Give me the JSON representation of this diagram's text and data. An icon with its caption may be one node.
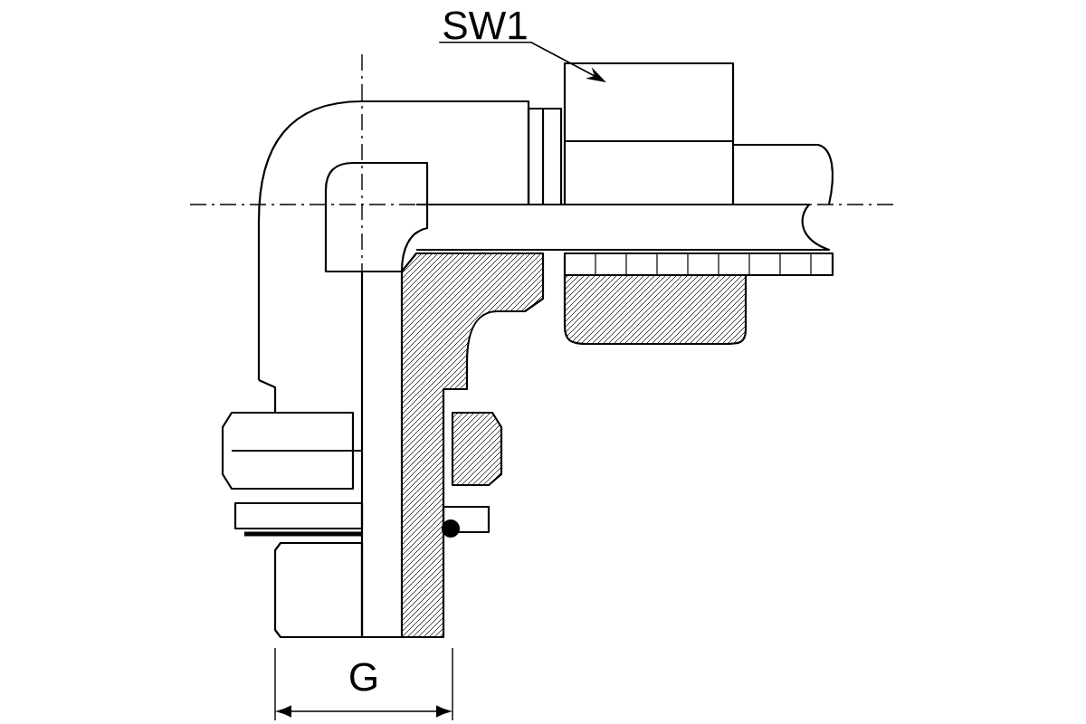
{
  "diagram": {
    "nodes": [
      {
        "text": [
          "SW1"
        ]
      },
      {
        "text": [],
        "shape": "box"
      }
    ],
    "edges": [
      {
        "from": 0,
        "to": 1,
        "arrow": "to"
      }
    ],
    "labels": [
      "G"
    ]
  }
}
